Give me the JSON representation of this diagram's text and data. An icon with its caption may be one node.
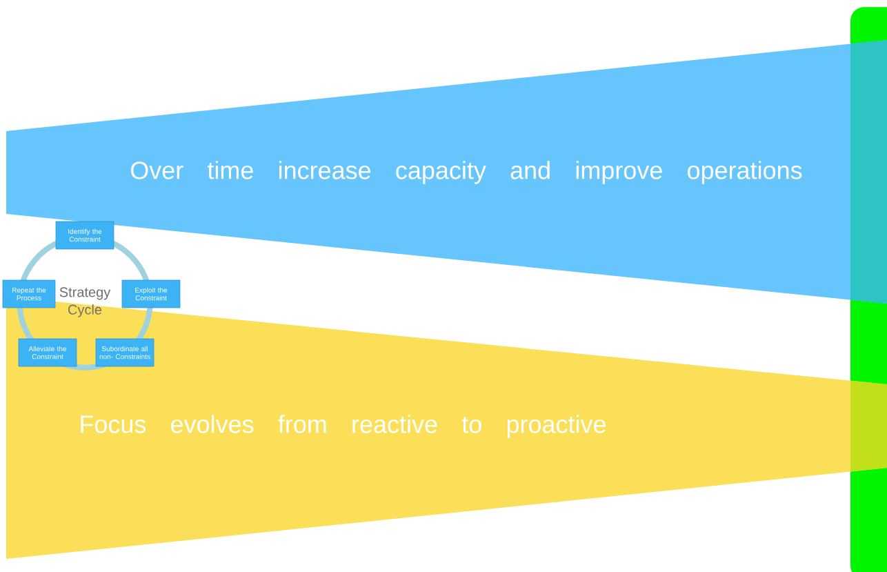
{
  "diagram": {
    "nodes": [
      {
        "text": [
          "Over time increase capacity and improve operations"
        ]
      },
      {
        "text": [
          "Strategy Cycle"
        ]
      },
      {
        "text": [
          "Identify the Constraint"
        ]
      },
      {
        "text": [
          "Exploit the Constraint"
        ]
      },
      {
        "text": [
          "Subordinate all non- Constraints"
        ]
      },
      {
        "text": [
          "Alleviate the Constraint"
        ]
      },
      {
        "text": [
          "Repeat the Process"
        ]
      },
      {
        "text": [
          "Focus evolves from reactive to proactive"
        ]
      },
      {
        "text": [],
        "shape": "bar"
      }
    ]
  }
}
